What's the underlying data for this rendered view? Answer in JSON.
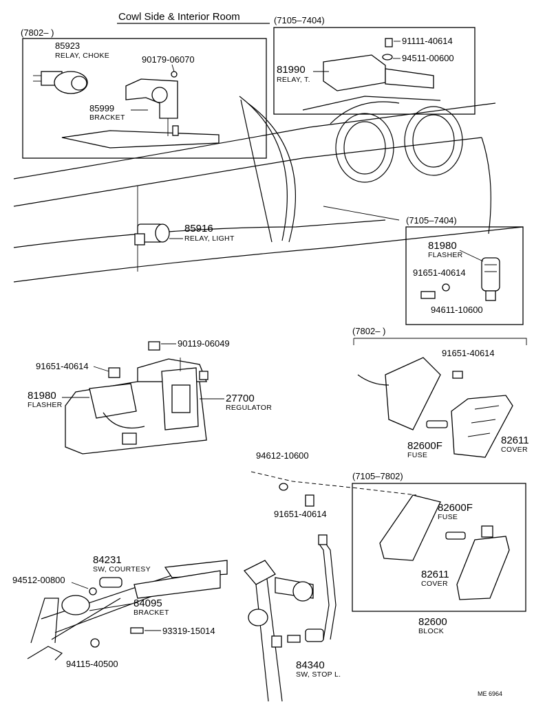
{
  "title": "Cowl Side & Interior Room",
  "ranges": {
    "top_left": "(7802–     )",
    "top_right": "(7105–7404)",
    "right_mid": "(7105–7404)",
    "right_fuse": "(7802–     )",
    "right_block": "(7105–7802)"
  },
  "parts": {
    "p85923": {
      "num": "85923",
      "name": "RELAY, CHOKE"
    },
    "p90179": {
      "num": "90179-06070"
    },
    "p85999": {
      "num": "85999",
      "name": "BRACKET"
    },
    "p91111": {
      "num": "91111-40614"
    },
    "p94511": {
      "num": "94511-00600"
    },
    "p81990": {
      "num": "81990",
      "name": "RELAY, T."
    },
    "p85916": {
      "num": "85916",
      "name": "RELAY, LIGHT"
    },
    "p81980a": {
      "num": "81980",
      "name": "FLASHER"
    },
    "p91651a": {
      "num": "91651-40614"
    },
    "p94611": {
      "num": "94611-10600"
    },
    "p90119": {
      "num": "90119-06049"
    },
    "p91651b": {
      "num": "91651-40614"
    },
    "p81980b": {
      "num": "81980",
      "name": "FLASHER"
    },
    "p27700": {
      "num": "27700",
      "name": "REGULATOR"
    },
    "p91651c": {
      "num": "91651-40614"
    },
    "p82600Fa": {
      "num": "82600F",
      "name": "FUSE"
    },
    "p82611a": {
      "num": "82611",
      "name": "COVER"
    },
    "p94612": {
      "num": "94612-10600"
    },
    "p91651d": {
      "num": "91651-40614"
    },
    "p82600Fb": {
      "num": "82600F",
      "name": "FUSE"
    },
    "p82611b": {
      "num": "82611",
      "name": "COVER"
    },
    "p82600": {
      "num": "82600",
      "name": "BLOCK"
    },
    "p84231": {
      "num": "84231",
      "name": "SW, COURTESY"
    },
    "p94512": {
      "num": "94512-00800"
    },
    "p84095": {
      "num": "84095",
      "name": "BRACKET"
    },
    "p93319": {
      "num": "93319-15014"
    },
    "p94115": {
      "num": "94115-40500"
    },
    "p84340": {
      "num": "84340",
      "name": "SW, STOP L."
    }
  },
  "footer_code": "ME 6964"
}
